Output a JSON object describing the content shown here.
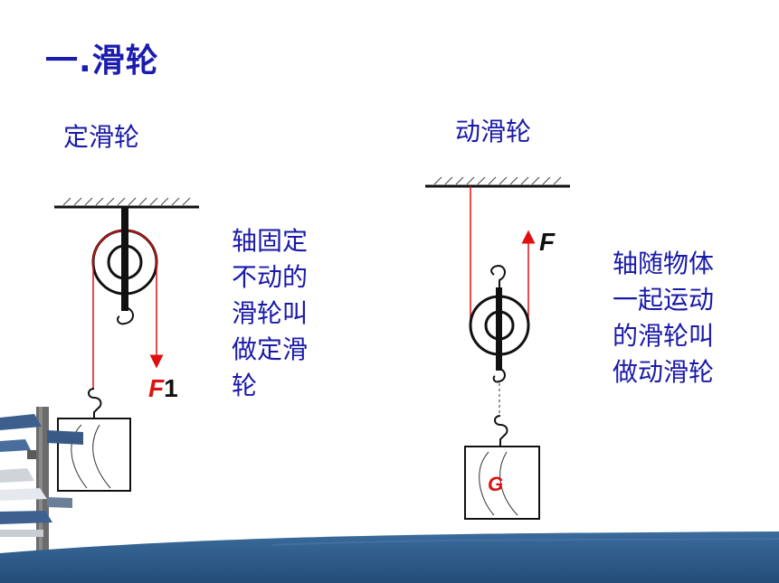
{
  "slide": {
    "title": "一.滑轮",
    "fixed_pulley": {
      "heading": "定滑轮",
      "description_lines": [
        "轴固定",
        "不动的",
        "滑轮叫",
        "做定滑",
        "轮"
      ],
      "force_letter": "F",
      "force_subscript": "1"
    },
    "movable_pulley": {
      "heading": "动滑轮",
      "description_lines": [
        "轴随物体",
        "一起运动",
        "的滑轮叫",
        "做动滑轮"
      ],
      "force_label": "F",
      "weight_label": "G"
    }
  },
  "colors": {
    "text_blue": "#1a1aa8",
    "rope_red": "#e01010",
    "footer_blue": "#2f5f8f"
  }
}
